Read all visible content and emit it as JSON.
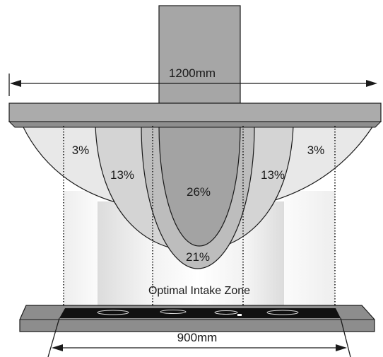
{
  "diagram": {
    "hood_width_label": "1200mm",
    "cooktop_width_label": "900mm",
    "zone_label": "Optimal Intake Zone",
    "zones": {
      "outer_left": "3%",
      "outer_right": "3%",
      "mid_left": "13%",
      "mid_right": "13%",
      "center": "26%",
      "bottom": "21%"
    }
  },
  "colors": {
    "chimney": "#a6a6a6",
    "hood": "#ababab",
    "outer_zone": "#e8e8e8",
    "mid_zone": "#d2d2d2",
    "inner_zone": "#bdbdbd",
    "center_zone": "#a3a3a3",
    "cooktop_frame": "#8d8d8d",
    "cooktop_glass": "#111111"
  }
}
